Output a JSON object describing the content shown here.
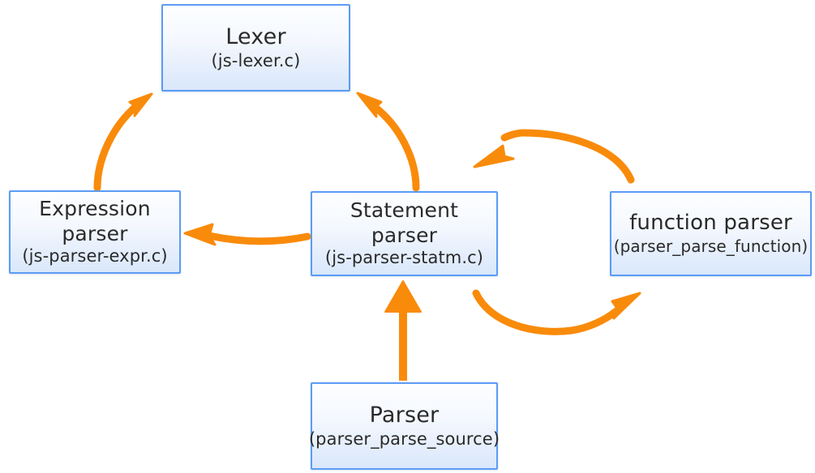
{
  "diagram": {
    "type": "flow-diagram",
    "title": "",
    "background_color": "#ffffff",
    "accent_color": "#f98b0b",
    "node_border_color": "#5b9bf5",
    "node_fill_top": "#fdfeff",
    "node_fill_bottom": "#d9e8fb",
    "nodes": [
      {
        "id": "lexer",
        "title": "Lexer",
        "subtitle": "(js-lexer.c)"
      },
      {
        "id": "expression_parser",
        "title": "Expression",
        "title2": "parser",
        "subtitle": "(js-parser-expr.c)"
      },
      {
        "id": "statement_parser",
        "title": "Statement",
        "title2": "parser",
        "subtitle": "(js-parser-statm.c)"
      },
      {
        "id": "function_parser",
        "title": "function parser",
        "subtitle": "(parser_parse_function)"
      },
      {
        "id": "parser",
        "title": "Parser",
        "subtitle": "(parser_parse_source)"
      }
    ],
    "edges": [
      {
        "id": "expression-to-lexer",
        "from": "expression_parser",
        "to": "lexer",
        "style": "curved-arrow",
        "direction": "up-right"
      },
      {
        "id": "statement-to-lexer",
        "from": "statement_parser",
        "to": "lexer",
        "style": "curved-arrow",
        "direction": "up-left"
      },
      {
        "id": "statement-to-expression",
        "from": "statement_parser",
        "to": "expression_parser",
        "style": "curved-arrow",
        "direction": "left"
      },
      {
        "id": "function-to-statement",
        "from": "function_parser",
        "to": "statement_parser",
        "style": "arc-arrow",
        "direction": "left-over"
      },
      {
        "id": "statement-to-function",
        "from": "statement_parser",
        "to": "function_parser",
        "style": "arc-arrow",
        "direction": "right-under"
      },
      {
        "id": "parser-to-statement",
        "from": "parser",
        "to": "statement_parser",
        "style": "straight-arrow",
        "direction": "up"
      }
    ]
  }
}
